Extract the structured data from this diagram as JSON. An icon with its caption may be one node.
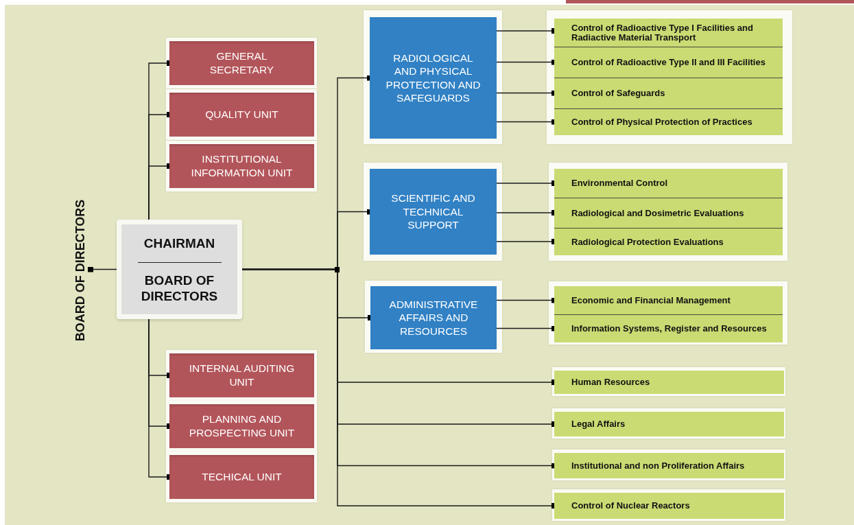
{
  "diagram": {
    "nodes": [
      {
        "text": [
          "BOARD OF DIRECTORS"
        ]
      },
      {
        "text": [
          "CHAIRMAN",
          "BOARD OF DIRECTORS"
        ]
      },
      {
        "text": [
          "GENERAL SECRETARY"
        ]
      },
      {
        "text": [
          "QUALITY UNIT"
        ]
      },
      {
        "text": [
          "INSTITUTIONAL INFORMATION UNIT"
        ]
      },
      {
        "text": [
          "INTERNAL AUDITING UNIT"
        ]
      },
      {
        "text": [
          "PLANNING AND PROSPECTING UNIT"
        ]
      },
      {
        "text": [
          "TECHICAL UNIT"
        ]
      },
      {
        "text": [
          "RADIOLOGICAL AND PHYSICAL PROTECTION AND SAFEGUARDS"
        ]
      },
      {
        "text": [
          "Control of Radioactive Type I Facilities and Radiactive Material Transport"
        ]
      },
      {
        "text": [
          "Control of Radioactive Type II and III Facilities"
        ]
      },
      {
        "text": [
          "Control of Safeguards"
        ]
      },
      {
        "text": [
          "Control of Physical Protection of Practices"
        ]
      },
      {
        "text": [
          "SCIENTIFIC AND TECHNICAL SUPPORT"
        ]
      },
      {
        "text": [
          "Environmental Control"
        ]
      },
      {
        "text": [
          "Radiological and Dosimetric Evaluations"
        ]
      },
      {
        "text": [
          "Radiological Protection Evaluations"
        ]
      },
      {
        "text": [
          "ADMINISTRATIVE AFFAIRS AND RESOURCES"
        ]
      },
      {
        "text": [
          "Economic and Financial Management"
        ]
      },
      {
        "text": [
          "Information Systems, Register and Resources"
        ]
      },
      {
        "text": [
          "Human Resources"
        ]
      },
      {
        "text": [
          "Legal Affairs"
        ]
      },
      {
        "text": [
          "Institutional and non Proliferation Affairs"
        ]
      },
      {
        "text": [
          "Control of Nuclear Reactors"
        ]
      }
    ],
    "edges": [
      {
        "from": 1,
        "to": 0,
        "arrow": "other"
      },
      {
        "from": 1,
        "to": 2,
        "arrow": "other"
      },
      {
        "from": 1,
        "to": 3,
        "arrow": "other"
      },
      {
        "from": 1,
        "to": 4,
        "arrow": "other"
      },
      {
        "from": 1,
        "to": 5,
        "arrow": "other"
      },
      {
        "from": 1,
        "to": 6,
        "arrow": "other"
      },
      {
        "from": 1,
        "to": 7,
        "arrow": "other"
      },
      {
        "from": 1,
        "to": 8,
        "arrow": "other"
      },
      {
        "from": 1,
        "to": 13,
        "arrow": "other"
      },
      {
        "from": 1,
        "to": 17,
        "arrow": "other"
      },
      {
        "from": 1,
        "to": 20,
        "arrow": "other"
      },
      {
        "from": 1,
        "to": 21,
        "arrow": "other"
      },
      {
        "from": 1,
        "to": 22,
        "arrow": "other"
      },
      {
        "from": 1,
        "to": 23,
        "arrow": "other"
      },
      {
        "from": 8,
        "to": 9,
        "arrow": "other"
      },
      {
        "from": 8,
        "to": 10,
        "arrow": "other"
      },
      {
        "from": 8,
        "to": 11,
        "arrow": "other"
      },
      {
        "from": 8,
        "to": 12,
        "arrow": "other"
      },
      {
        "from": 13,
        "to": 14,
        "arrow": "other"
      },
      {
        "from": 13,
        "to": 15,
        "arrow": "other"
      },
      {
        "from": 13,
        "to": 16,
        "arrow": "other"
      },
      {
        "from": 17,
        "to": 18,
        "arrow": "other"
      },
      {
        "from": 17,
        "to": 19,
        "arrow": "other"
      }
    ]
  }
}
